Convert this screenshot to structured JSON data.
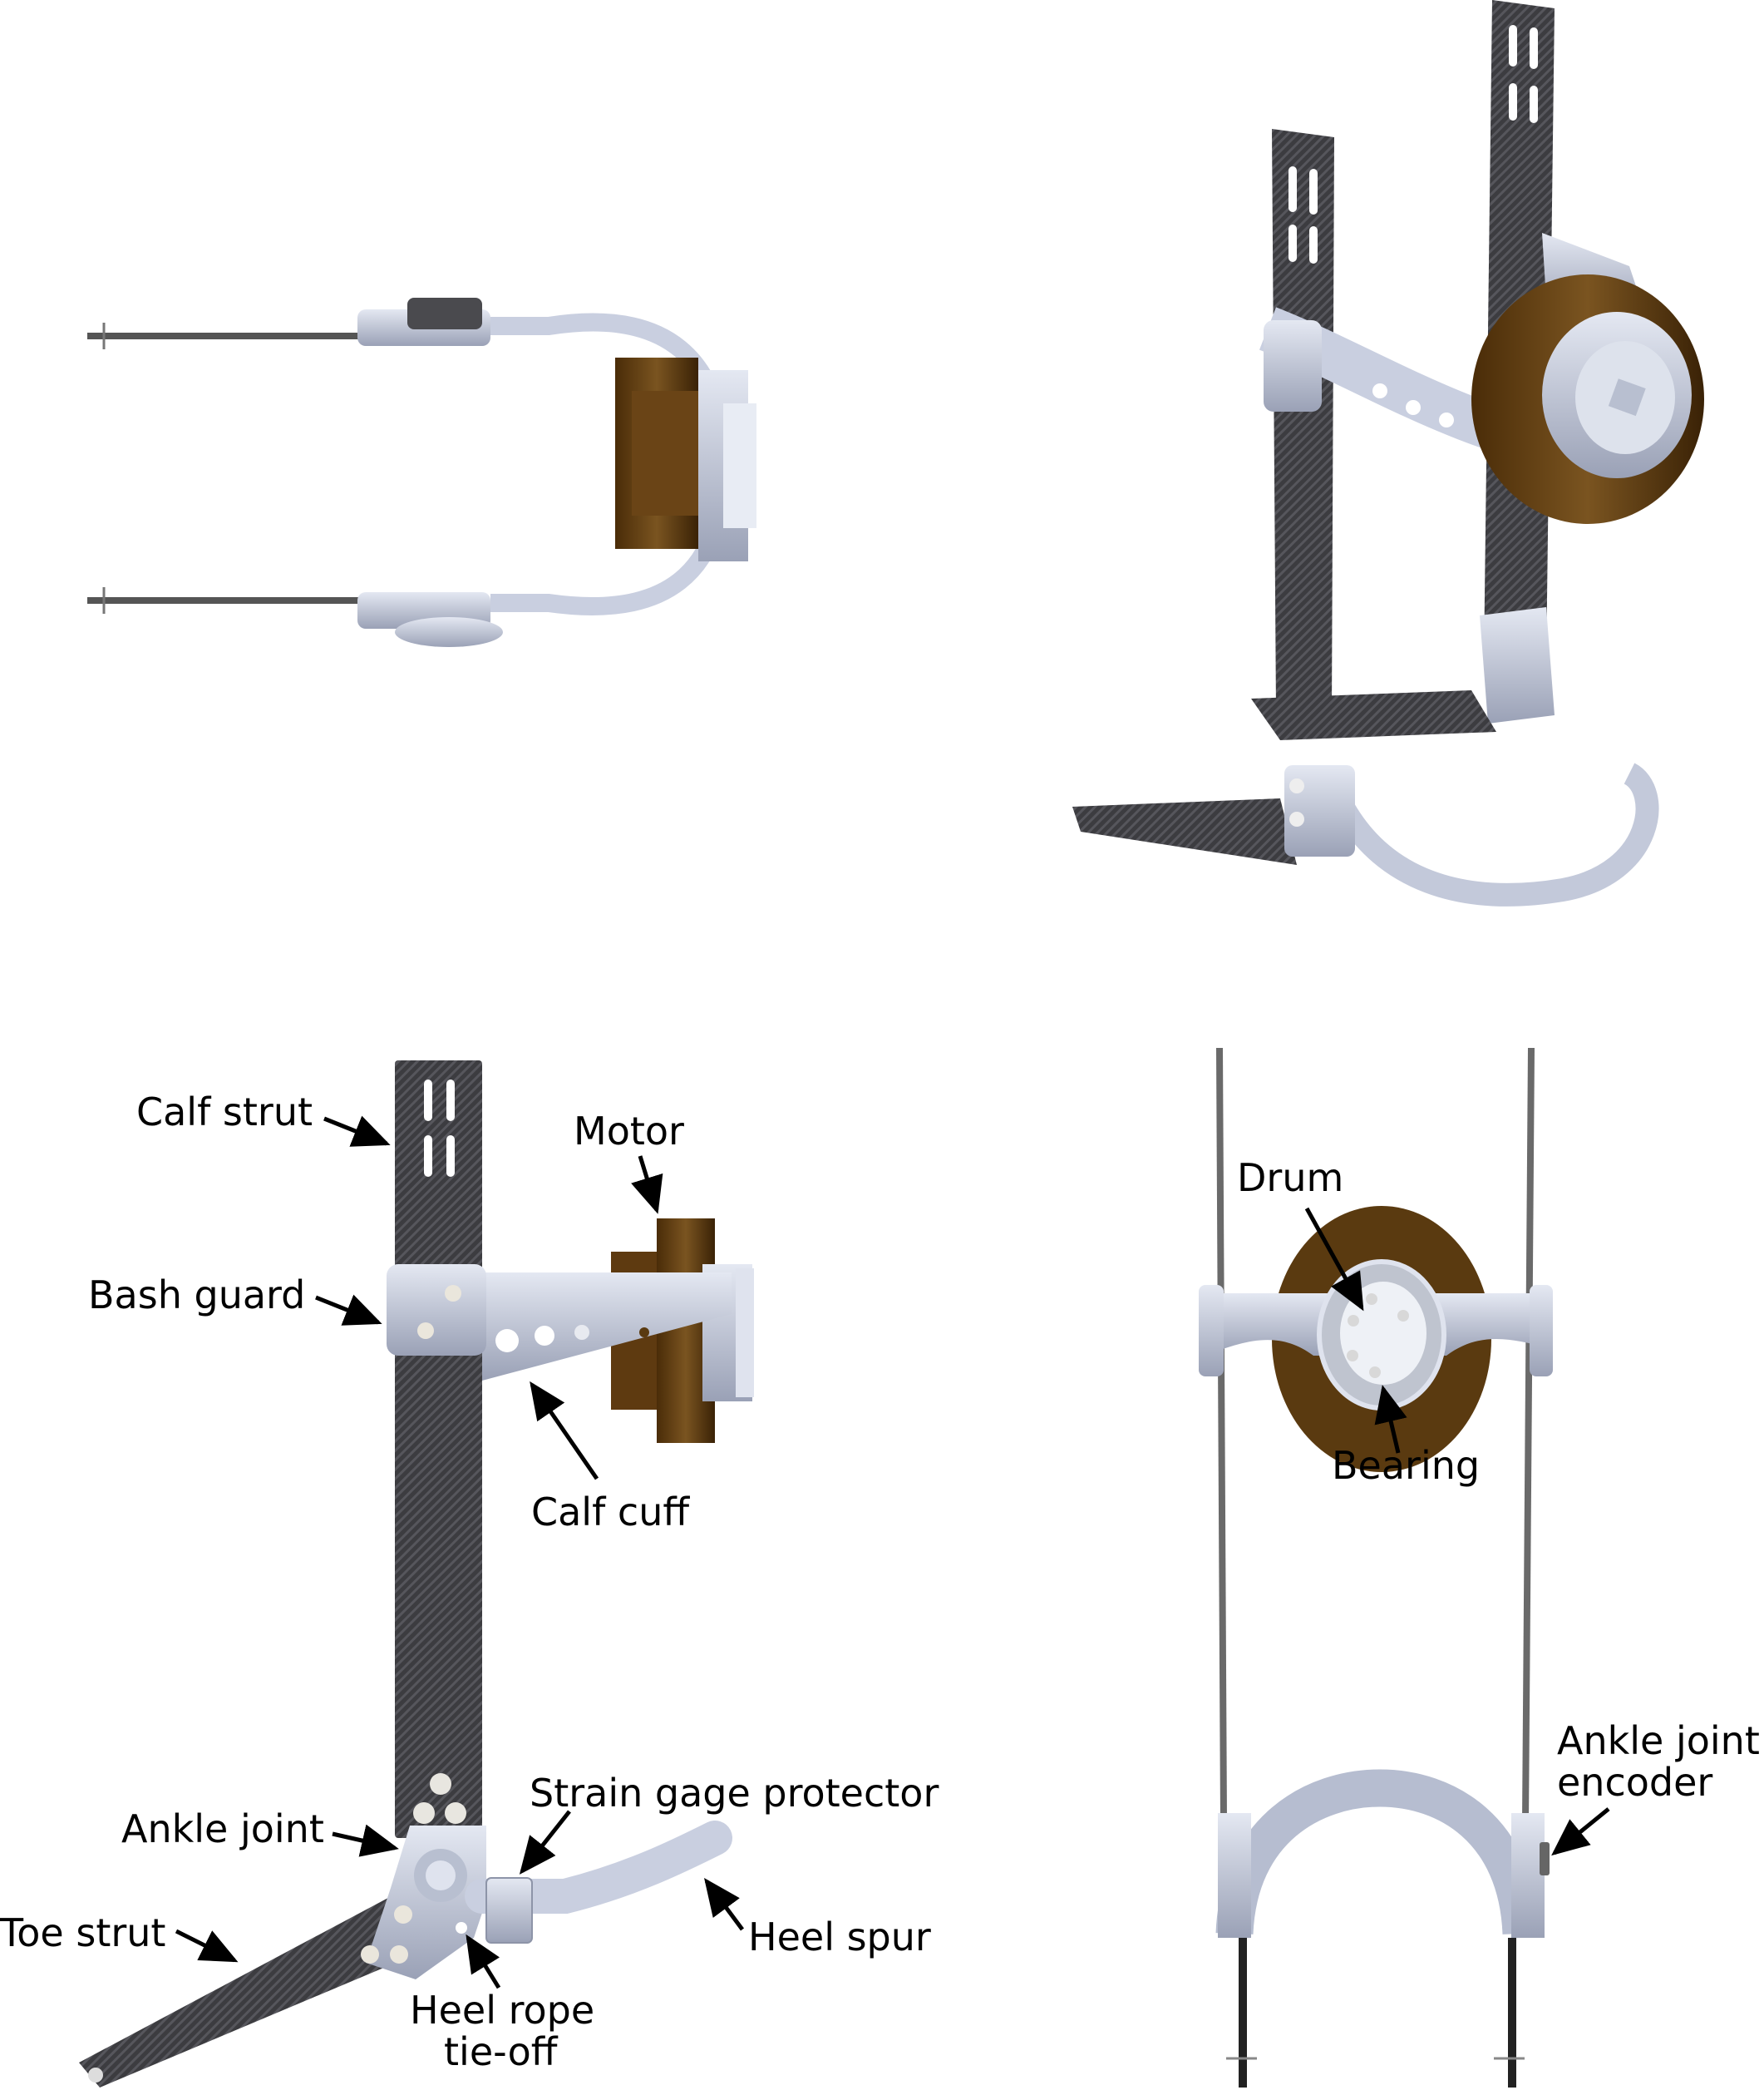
{
  "figure": {
    "panels": [
      {
        "id": "top-view",
        "description": "Top view of ankle exoskeleton"
      },
      {
        "id": "isometric-view",
        "description": "Isometric view of ankle exoskeleton"
      },
      {
        "id": "side-view",
        "description": "Side view with labeled components"
      },
      {
        "id": "front-view",
        "description": "Front view with labeled components"
      }
    ],
    "colors": {
      "carbon": "#3c3c40",
      "carbon_light": "#5a5a60",
      "aluminum": "#c9cfe0",
      "aluminum_dark": "#8d94a8",
      "motor": "#5a3a10",
      "motor_light": "#7a5420",
      "rope": "#6a6a6a"
    },
    "labels": {
      "calf_strut": "Calf strut",
      "motor": "Motor",
      "bash_guard": "Bash guard",
      "calf_cuff": "Calf cuff",
      "ankle_joint": "Ankle joint",
      "strain_gage_protector": "Strain gage protector",
      "toe_strut": "Toe strut",
      "heel_spur": "Heel spur",
      "heel_rope_line1": "Heel rope",
      "heel_rope_line2": "tie-off",
      "drum": "Drum",
      "bearing": "Bearing",
      "ankle_encoder_line1": "Ankle joint",
      "ankle_encoder_line2": "encoder"
    }
  }
}
